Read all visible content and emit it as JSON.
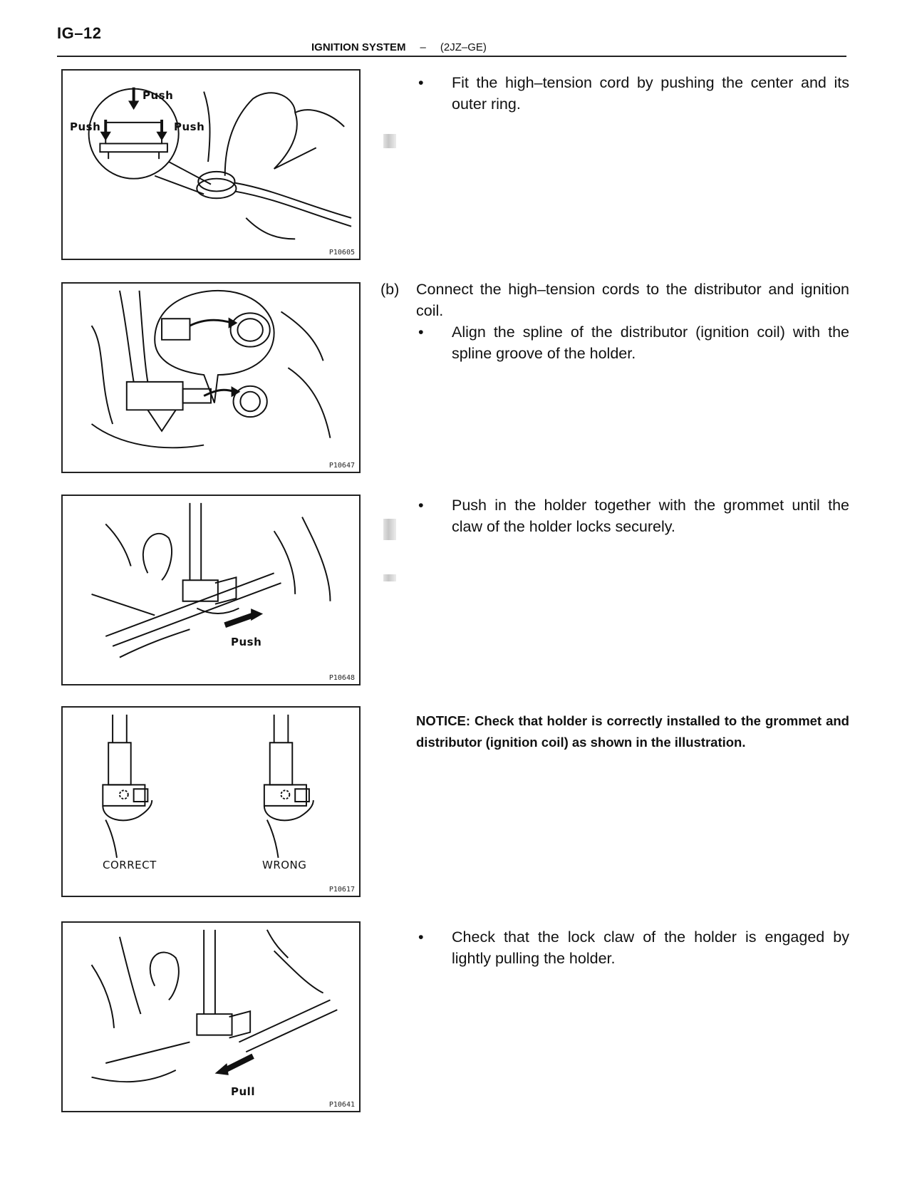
{
  "header": {
    "page_number": "IG–12",
    "section": "IGNITION SYSTEM",
    "separator": "–",
    "engine": "(2JZ–GE)"
  },
  "figures": [
    {
      "code": "P10605",
      "labels": [
        "Push",
        "Push",
        "Push"
      ]
    },
    {
      "code": "P10647",
      "labels": []
    },
    {
      "code": "P10648",
      "labels": [
        "Push"
      ]
    },
    {
      "code": "P10617",
      "labels": [
        "CORRECT",
        "WRONG"
      ]
    },
    {
      "code": "P10641",
      "labels": [
        "Pull"
      ]
    }
  ],
  "content": {
    "bullet1": "Fit the high–tension cord by pushing the center and its outer ring.",
    "step_b_label": "(b)",
    "step_b_text": "Connect the high–tension cords to the distributor and ignition coil.",
    "bullet2": "Align the spline of the distributor (ignition coil) with the spline groove of the holder.",
    "bullet3": "Push in the holder together with the grommet until the claw of the holder locks securely.",
    "notice": "NOTICE: Check that holder is correctly installed to the grommet and distributor (ignition coil) as shown in the illustration.",
    "bullet4": "Check that the lock claw of the holder is engaged by lightly pulling the holder.",
    "bullet_symbol": "•"
  }
}
